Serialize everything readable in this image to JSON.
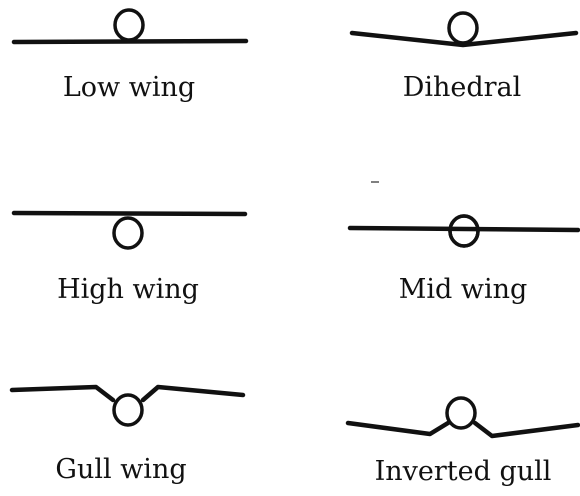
{
  "configurations": [
    {
      "label": "Low wing"
    },
    {
      "label": "Dihedral"
    },
    {
      "label": "High wing"
    },
    {
      "label": "Mid wing"
    },
    {
      "label": "Gull wing"
    },
    {
      "label": "Inverted gull"
    }
  ]
}
